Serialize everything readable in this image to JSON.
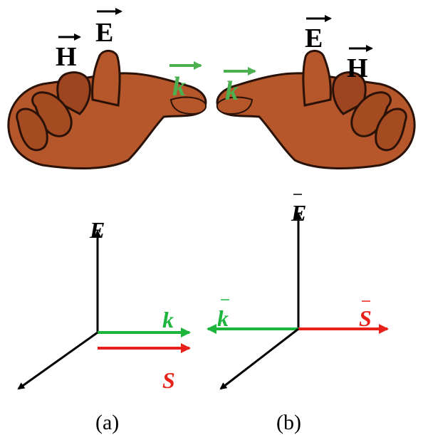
{
  "top_panel": {
    "left_hand": {
      "e_label": "E",
      "h_label": "H",
      "k_label": "k"
    },
    "right_hand": {
      "e_label": "E",
      "h_label": "H",
      "k_label": "k"
    }
  },
  "diagram_a": {
    "e_label": "E",
    "k_label": "k",
    "s_label": "S",
    "caption": "(a)"
  },
  "diagram_b": {
    "e_label": "E",
    "k_label": "k",
    "s_label": "S",
    "caption": "(b)"
  },
  "colors": {
    "skin": "#b5572a",
    "skin_dark": "#7a3210",
    "outline": "#2a1208",
    "k_green": "#4caf50",
    "arrow_green": "#1db53c",
    "arrow_red": "#e8221a",
    "black": "#000000"
  }
}
